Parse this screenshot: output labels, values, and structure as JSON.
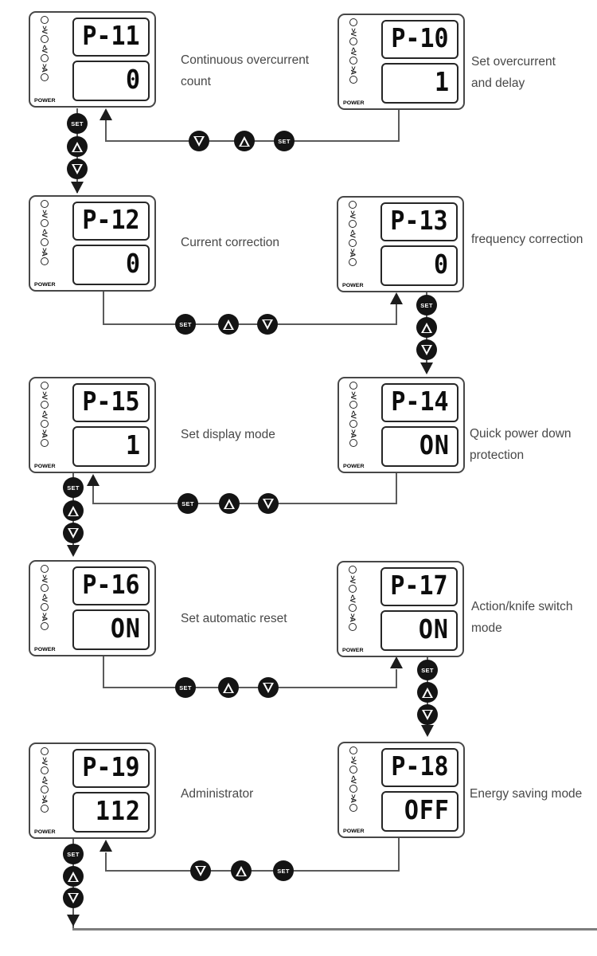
{
  "led_column": {
    "symbols": [
      ">V",
      "<V",
      ">A"
    ],
    "power_label": "POWER"
  },
  "controls": {
    "set_label": "SET",
    "up_symbol": "▲",
    "down_symbol": "▼"
  },
  "rows": [
    {
      "left": {
        "code": "P-11",
        "value": "0",
        "label_lines": [
          "Continuous overcurrent",
          "count"
        ]
      },
      "right": {
        "code": "P-10",
        "value": "1",
        "label_lines": [
          "Set overcurrent",
          "and delay"
        ]
      },
      "horizontal_buttons": [
        "down",
        "up",
        "set"
      ],
      "vertical_chain": {
        "from": "P-11",
        "to": "P-12",
        "buttons": [
          "set",
          "up",
          "down"
        ]
      }
    },
    {
      "left": {
        "code": "P-12",
        "value": "0",
        "label_lines": [
          "Current correction"
        ]
      },
      "right": {
        "code": "P-13",
        "value": "0",
        "label_lines": [
          "frequency correction"
        ]
      },
      "horizontal_buttons": [
        "set",
        "up",
        "down"
      ],
      "vertical_chain": {
        "from": "P-13",
        "to": "P-14",
        "buttons": [
          "set",
          "up",
          "down"
        ]
      }
    },
    {
      "left": {
        "code": "P-15",
        "value": "1",
        "label_lines": [
          "Set display mode"
        ]
      },
      "right": {
        "code": "P-14",
        "value": "ON",
        "label_lines": [
          "Quick power down",
          "protection"
        ]
      },
      "horizontal_buttons": [
        "set",
        "up",
        "down"
      ],
      "vertical_chain": {
        "from": "P-15",
        "to": "P-16",
        "buttons": [
          "set",
          "up",
          "down"
        ]
      }
    },
    {
      "left": {
        "code": "P-16",
        "value": "ON",
        "label_lines": [
          "Set automatic reset"
        ]
      },
      "right": {
        "code": "P-17",
        "value": "ON",
        "label_lines": [
          "Action/knife switch",
          "mode"
        ]
      },
      "horizontal_buttons": [
        "set",
        "up",
        "down"
      ],
      "vertical_chain": {
        "from": "P-17",
        "to": "P-18",
        "buttons": [
          "set",
          "up",
          "down"
        ]
      }
    },
    {
      "left": {
        "code": "P-19",
        "value": "112",
        "label_lines": [
          "Administrator"
        ]
      },
      "right": {
        "code": "P-18",
        "value": "OFF",
        "label_lines": [
          "Energy saving mode"
        ]
      },
      "horizontal_buttons": [
        "down",
        "up",
        "set"
      ],
      "vertical_chain": {
        "from": "P-19",
        "to": "exit",
        "buttons": [
          "set",
          "up",
          "down"
        ]
      }
    }
  ],
  "colors": {
    "line": "#5a5a5a",
    "arrow": "#1c1c1c",
    "button_fill": "#141414",
    "panel_border": "#474747",
    "display_text": "#0d0d0d",
    "label_text": "#484848",
    "bottom_divider": "#7d7d7d"
  }
}
